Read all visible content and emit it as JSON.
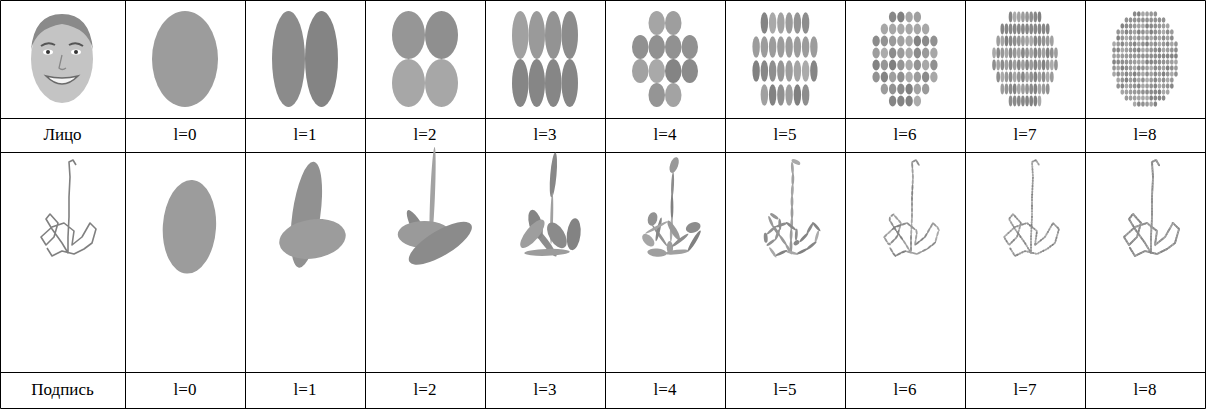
{
  "diagram": {
    "labels": [
      "Лицо",
      "l=0",
      "l=1",
      "l=2",
      "l=3",
      "l=4",
      "l=5",
      "l=6",
      "l=7",
      "l=8",
      "Подпись",
      "l=0",
      "l=1",
      "l=2",
      "l=3",
      "l=4",
      "l=5",
      "l=6",
      "l=7",
      "l=8"
    ]
  }
}
